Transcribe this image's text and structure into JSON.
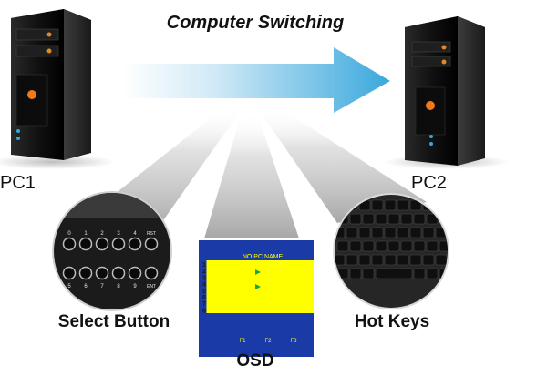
{
  "title": "Computer Switching",
  "pc_left": {
    "label": "PC1"
  },
  "pc_right": {
    "label": "PC2"
  },
  "features": {
    "select_button": {
      "label": "Select Button",
      "top_keys": [
        "0",
        "1",
        "2",
        "3",
        "4",
        "RST"
      ],
      "bottom_keys": [
        "5",
        "6",
        "7",
        "8",
        "9",
        "ENT"
      ]
    },
    "osd": {
      "label": "OSD",
      "header": "NO PC NAME",
      "rows": [
        "1",
        "2",
        "3",
        "4",
        "5",
        "6",
        "7",
        "8"
      ],
      "footer": [
        "F1",
        "F2",
        "F3"
      ],
      "colors": {
        "border": "#1a3aa8",
        "panel": "#ffff00",
        "marker": "#1aa64a"
      }
    },
    "hot_keys": {
      "label": "Hot Keys"
    }
  },
  "colors": {
    "arrow": "#45b2e0",
    "beam": "#bdbdbd"
  }
}
